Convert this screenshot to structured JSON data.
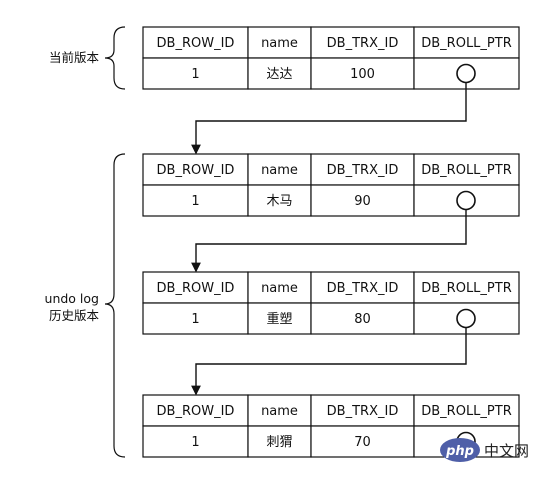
{
  "labels": {
    "current_version": "当前版本",
    "undo_log_line1": "undo log",
    "undo_log_line2": "历史版本"
  },
  "headers": [
    "DB_ROW_ID",
    "name",
    "DB_TRX_ID",
    "DB_ROLL_PTR"
  ],
  "records": [
    {
      "row_id": "1",
      "name": "达达",
      "trx_id": "100"
    },
    {
      "row_id": "1",
      "name": "木马",
      "trx_id": "90"
    },
    {
      "row_id": "1",
      "name": "重塑",
      "trx_id": "80"
    },
    {
      "row_id": "1",
      "name": "刺猬",
      "trx_id": "70"
    }
  ],
  "watermark": {
    "brand": "php",
    "suffix": "中文网"
  },
  "colors": {
    "line": "#111111",
    "watermark_bg": "#4f5fa8"
  }
}
